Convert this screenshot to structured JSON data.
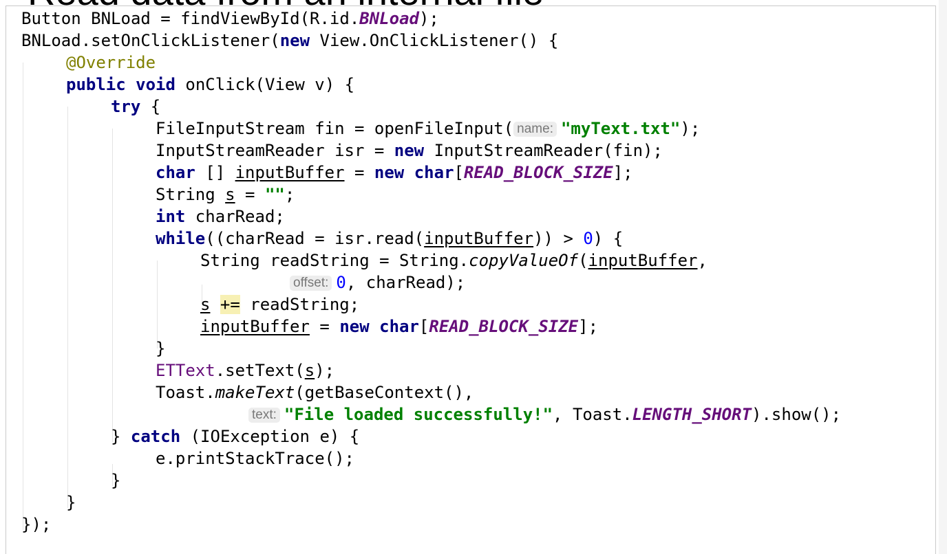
{
  "slide": {
    "title": "Read data from an internal file"
  },
  "code": {
    "l1": {
      "a": "Button BNLoad = findViewById(R.id.",
      "b": "BNLoad",
      "c": ");"
    },
    "l2": {
      "a": "BNLoad.setOnClickListener(",
      "b": "new",
      "c": " View.OnClickListener() {"
    },
    "l3": {
      "a": "@Override"
    },
    "l4": {
      "a": "public",
      "b": " ",
      "c": "void",
      "d": " onClick(View v) {"
    },
    "l5": {
      "a": "try",
      "b": " {"
    },
    "l6": {
      "a": "FileInputStream fin = openFileInput(",
      "hint": "name:",
      "b": "\"myText.txt\"",
      "c": ");"
    },
    "l7": {
      "a": "InputStreamReader isr = ",
      "b": "new",
      "c": " InputStreamReader(fin);"
    },
    "l8": {
      "a": "char",
      "b": " [] ",
      "c": "inputBuffer",
      "d": " = ",
      "e": "new",
      "f": " ",
      "g": "char",
      "h": "[",
      "i": "READ_BLOCK_SIZE",
      "j": "];"
    },
    "l9": {
      "a": "String ",
      "b": "s",
      "c": " = ",
      "d": "\"\"",
      "e": ";"
    },
    "l10": {
      "a": "int",
      "b": " charRead;"
    },
    "l11": {
      "a": "while",
      "b": "((charRead = isr.read(",
      "c": "inputBuffer",
      "d": ")) > ",
      "e": "0",
      "f": ") {"
    },
    "l12": {
      "a": "String readString = String.",
      "b": "copyValueOf",
      "c": "(",
      "d": "inputBuffer",
      "e": ","
    },
    "l13": {
      "hint": "offset:",
      "a": "0",
      "b": ", charRead);"
    },
    "l14": {
      "a": "s",
      "b": " ",
      "c": "+=",
      "d": " readString;"
    },
    "l15": {
      "a": "inputBuffer",
      "b": " = ",
      "c": "new",
      "d": " ",
      "e": "char",
      "f": "[",
      "g": "READ_BLOCK_SIZE",
      "h": "];"
    },
    "l16": {
      "a": "}"
    },
    "l17": {
      "a": "ETText",
      "b": ".setText(",
      "c": "s",
      "d": ");"
    },
    "l18": {
      "a": "Toast.",
      "b": "makeText",
      "c": "(getBaseContext(),"
    },
    "l19": {
      "hint": "text:",
      "a": "\"File loaded successfully!\"",
      "b": ", Toast.",
      "c": "LENGTH_SHORT",
      "d": ").show();"
    },
    "l20": {
      "a": "} ",
      "b": "catch",
      "c": " (IOException e) {"
    },
    "l21": {
      "a": "e.printStackTrace();"
    },
    "l22": {
      "a": "}"
    },
    "l23": {
      "a": "}"
    },
    "l24": {
      "a": "});"
    }
  }
}
